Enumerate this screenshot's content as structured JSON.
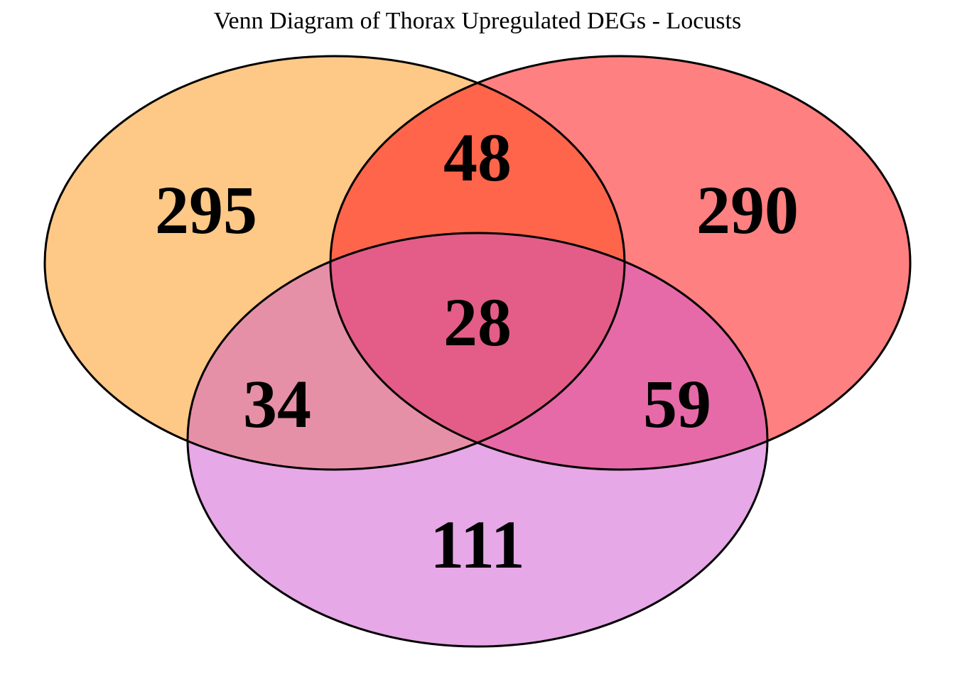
{
  "title": "Venn Diagram of Thorax Upregulated DEGs - Locusts",
  "sets": [
    {
      "id": "a",
      "color": "#FEC887"
    },
    {
      "id": "b",
      "color": "#FF8080"
    },
    {
      "id": "c",
      "color": "#E6A8E6"
    }
  ],
  "region_colors": {
    "ab": "#FF654A",
    "ac": "#E690A8",
    "bc": "#E66AA8",
    "abc": "#E35D88"
  },
  "counts": {
    "a_only": "295",
    "b_only": "290",
    "c_only": "111",
    "ab": "48",
    "ac": "34",
    "bc": "59",
    "abc": "28"
  }
}
